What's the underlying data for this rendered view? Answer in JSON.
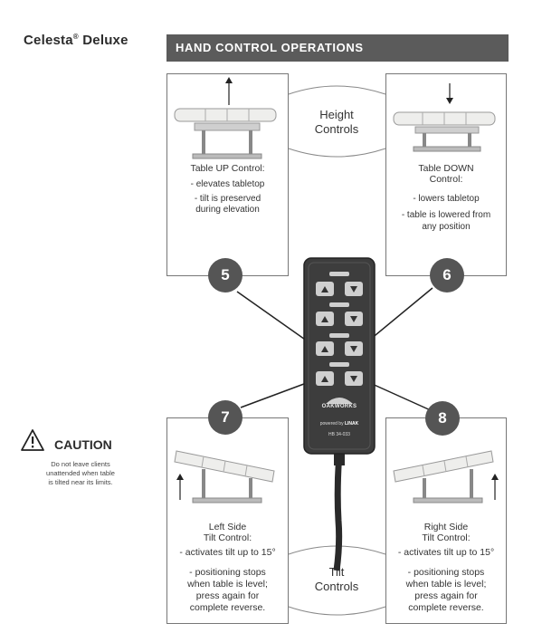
{
  "header": {
    "brand_name": "Celesta",
    "brand_mark": "®",
    "brand_suffix": "Deluxe",
    "section_title": "HAND CONTROL OPERATIONS"
  },
  "groups": {
    "height_line1": "Height",
    "height_line2": "Controls",
    "tilt_line1": "Tilt",
    "tilt_line2": "Controls"
  },
  "panels": {
    "up": {
      "number": "5",
      "title": "Table UP Control:",
      "lines": [
        "-  elevates tabletop",
        "- tilt is preserved",
        "during elevation"
      ]
    },
    "down": {
      "number": "6",
      "title_line1": "Table DOWN",
      "title_line2": "Control:",
      "lines": [
        "- lowers tabletop",
        "- table is lowered from",
        "any position"
      ]
    },
    "left": {
      "number": "7",
      "title_line1": "Left Side",
      "title_line2": "Tilt Control:",
      "lines": [
        "- activates tilt up to 15°",
        "- positioning stops",
        "when table is level;",
        "press again for",
        "complete reverse."
      ]
    },
    "right": {
      "number": "8",
      "title_line1": "Right Side",
      "title_line2": "Tilt Control:",
      "lines": [
        "- activates tilt up to 15°",
        "- positioning stops",
        "when table is level;",
        "press again for",
        "complete reverse."
      ]
    }
  },
  "caution": {
    "title": "CAUTION",
    "lines": [
      "Do not leave clients",
      "unattended when table",
      "is tilted near its limits."
    ]
  },
  "remote": {
    "logo": "OAKWORKS",
    "powered_by": "powered by",
    "brand": "LINAK",
    "model": "HB 34-033"
  },
  "icons": {
    "warning": "warning-triangle-icon",
    "up_arrow": "arrow-up-icon",
    "down_arrow": "arrow-down-icon"
  },
  "colors": {
    "header_bar": "#5b5b5b",
    "badge": "#555555",
    "remote_body": "#3d3d3d"
  }
}
